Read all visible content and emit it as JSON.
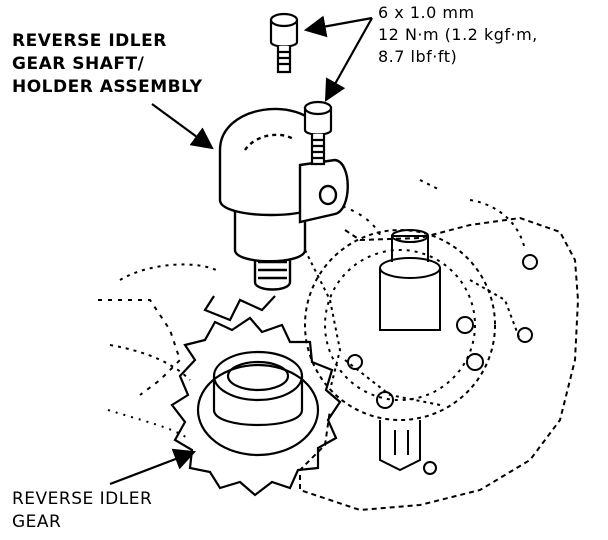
{
  "labels": {
    "shaft_holder": [
      "REVERSE IDLER",
      "GEAR SHAFT/",
      "HOLDER ASSEMBLY"
    ],
    "bolt_spec": [
      "6 x 1.0 mm",
      "12 N·m (1.2 kgf·m,",
      "8.7 lbf·ft)"
    ],
    "idler_gear": [
      "REVERSE IDLER",
      "GEAR"
    ]
  },
  "colors": {
    "ink": "#000000",
    "paper": "#ffffff"
  }
}
